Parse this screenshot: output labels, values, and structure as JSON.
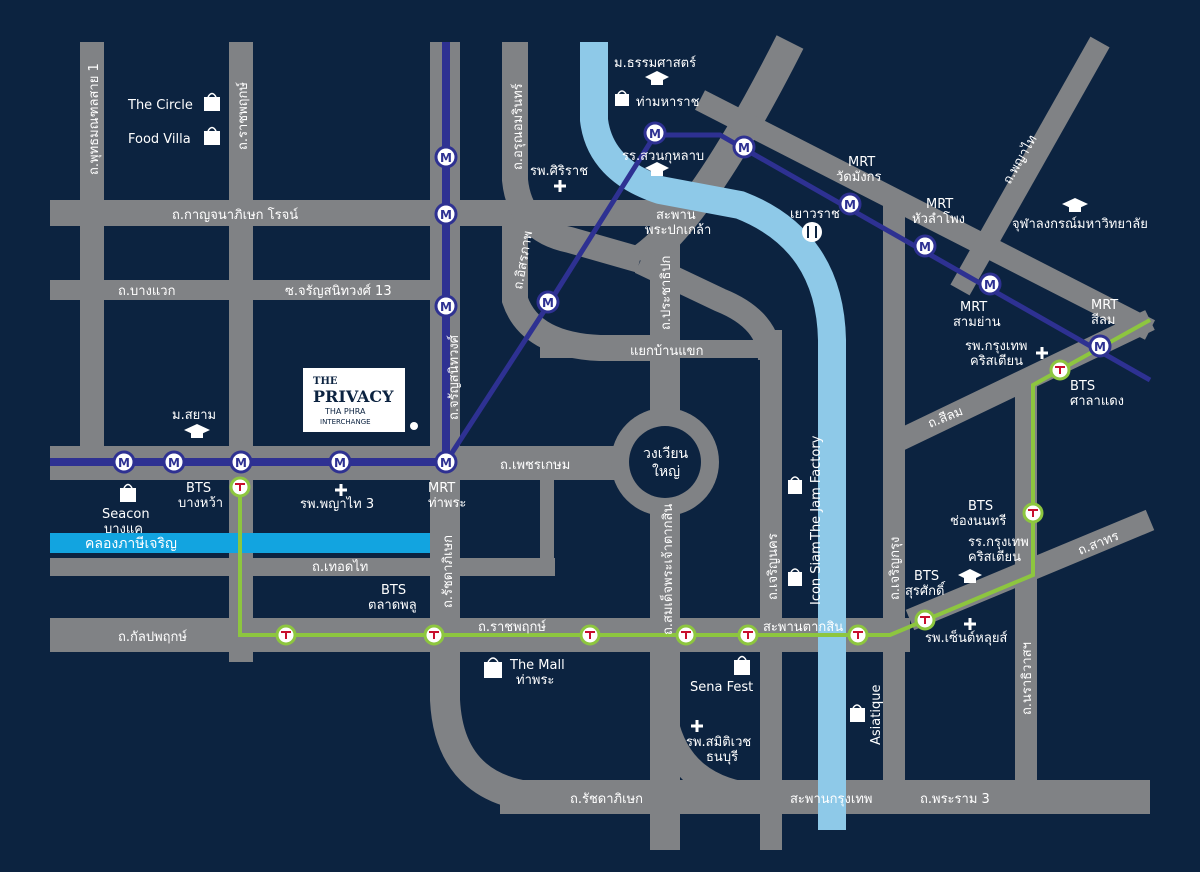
{
  "colors": {
    "background": "#0c2340",
    "road": "#808285",
    "river": "#8ec9e8",
    "canal": "#12a4e0",
    "mrt_line": "#2e3192",
    "bts_line": "#8dc63f",
    "station_fill": "#ffffff"
  },
  "logo": {
    "line1": "THE",
    "line2": "PRIVACY",
    "line3": "THA PHRA",
    "line4": "INTERCHANGE"
  },
  "roads": {
    "kanchanaphisek": "ถ.กาญจนาภิเษก โรจน์",
    "bang_waek": "ถ.บางแวก",
    "charansanitwong13": "ซ.จรัญสนิทวงศ์ 13",
    "phetkasem": "ถ.เพชรเกษม",
    "thoet_thai": "ถ.เทอดไท",
    "kalapaphruek": "ถ.กัลปพฤกษ์",
    "ratchaphruek": "ถ.ราชพฤกษ์",
    "ratchadaphisek_bottom": "ถ.รัชดาภิเษก",
    "rama3": "ถ.พระราม 3",
    "silom": "ถ.สีลม",
    "sathon": "ถ.สาทร",
    "phaya_thai": "ถ.พญาไท",
    "phutthamonthon1": "ถ.พุทธมณฑลสาย 1",
    "ratchaphruek_v": "ถ.ราชพฤกษ์",
    "charansanitwong_v": "ถ.จรัญสนิทวงศ์",
    "arun_amarin": "ถ.อรุณอมรินทร์",
    "itsaraphap": "ถ.อิสรภาพ",
    "prachathipok": "ถ.ประชาธิปก",
    "ratchadaphisek_v": "ถ.รัชดาภิเษก",
    "somdet_taksin": "ถ.สมเด็จพระเจ้าตากสิน",
    "charoen_nakhon": "ถ.เจริญนคร",
    "charoen_krung": "ถ.เจริญกรุง",
    "narathiwat": "ถ.นราธิวาสฯ",
    "bridge_phrapokklao": "สะพาน\nพระปกเกล้า",
    "bridge_taksin": "สะพานตากสิน",
    "bridge_krungthep": "สะพานกรุงเทพ",
    "yaek_ban_khaek": "แยกบ้านแขก",
    "wongwian_yai": "วงเวียน\nใหญ่"
  },
  "canal": {
    "label": "คลองภาษีเจริญ"
  },
  "stations": {
    "mrt_wat_mangkon": "MRT\nวัดมังกร",
    "mrt_hua_lamphong": "MRT\nหัวลำโพง",
    "mrt_sam_yan": "MRT\nสามย่าน",
    "mrt_si_lom": "MRT\nสีลม",
    "mrt_tha_phra": "MRT\nท่าพระ",
    "bts_bang_wa": "BTS\nบางหว้า",
    "bts_talat_phlu": "BTS\nตลาดพลู",
    "bts_sala_daeng": "BTS\nศาลาแดง",
    "bts_chong_nonsi": "BTS\nช่องนนทรี",
    "bts_surasak": "BTS\nสุรศักดิ์",
    "mrt_icon": "M"
  },
  "pois": {
    "the_circle": "The Circle",
    "food_villa": "Food Villa",
    "thammasat": "ม.ธรรมศาสตร์",
    "tha_maharaj": "ท่ามหาราช",
    "suankularb": "รร.สวนกุหลาบ",
    "siriraj": "รพ.ศิริราช",
    "yaowarat": "เยาวราช",
    "chulalongkorn": "จุฬาลงกรณ์มหาวิทยาลัย",
    "bangkok_christian_hosp": "รพ.กรุงเทพ\nคริสเตียน",
    "siam_university": "ม.สยาม",
    "seacon": "Seacon\nบางแค",
    "phyathai3": "รพ.พญาไท 3",
    "icon_siam": "Icon Siam",
    "jam_factory": "The Jam Factory",
    "bangkok_christian_school": "รร.กรุงเทพ\nคริสเตียน",
    "st_louis": "รพ.เซ็นต์หลุยส์",
    "the_mall": "The Mall\nท่าพระ",
    "sena_fest": "Sena Fest",
    "samitivej": "รพ.สมิติเวช\nธนบุรี",
    "asiatique": "Asiatique"
  }
}
